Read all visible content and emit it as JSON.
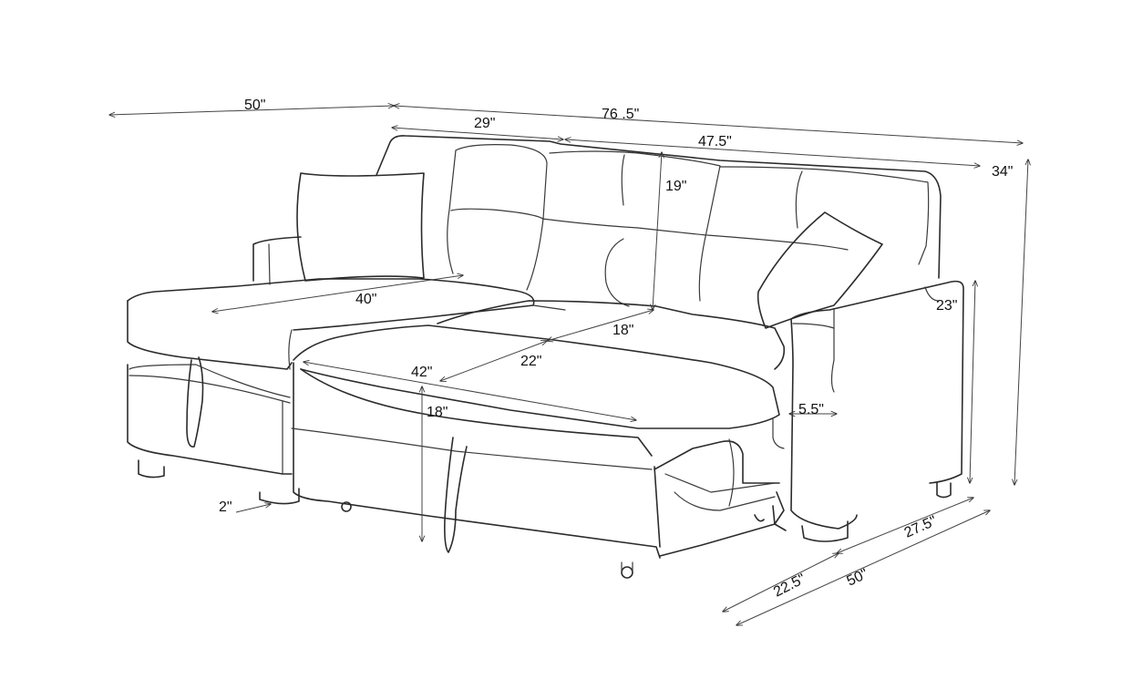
{
  "dimensions": {
    "chaise_depth": "50\"",
    "overall_width": "76 .5\"",
    "chaise_width": "29\"",
    "sofa_width": "47.5\"",
    "overall_height": "34\"",
    "backrest_height": "19\"",
    "chaise_length": "40\"",
    "arm_height": "23\"",
    "seat_depth": "18\"",
    "bed_length": "42\"",
    "bed_width": "22\"",
    "seat_height": "18\"",
    "arm_width": "5.5\"",
    "leg_height": "2\"",
    "depth_back": "27.5\"",
    "depth_front": "22.5\"",
    "overall_depth": "50\""
  }
}
